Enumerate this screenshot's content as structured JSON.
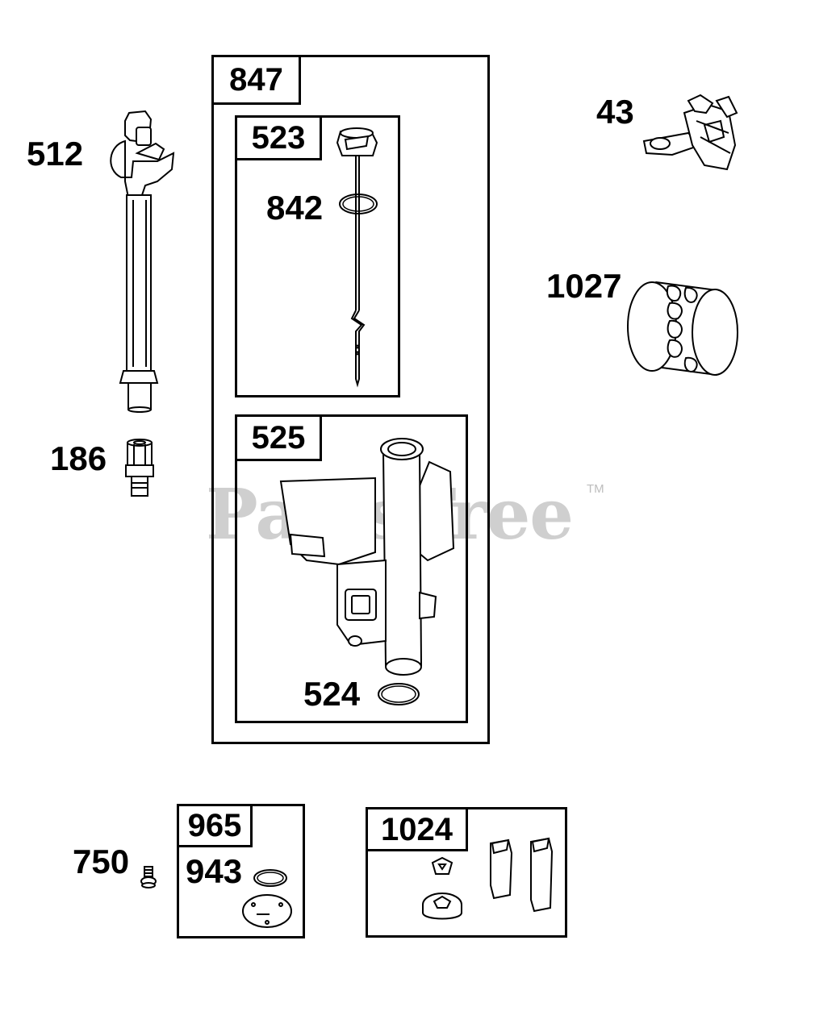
{
  "watermark": {
    "text": "PartsTree",
    "trademark": "TM"
  },
  "kits": {
    "k847": "847",
    "k523": "523",
    "k525": "525",
    "k965": "965",
    "k1024": "1024"
  },
  "parts": {
    "p512": "512",
    "p186": "186",
    "p842": "842",
    "p524": "524",
    "p43": "43",
    "p1027": "1027",
    "p750": "750",
    "p943": "943"
  }
}
